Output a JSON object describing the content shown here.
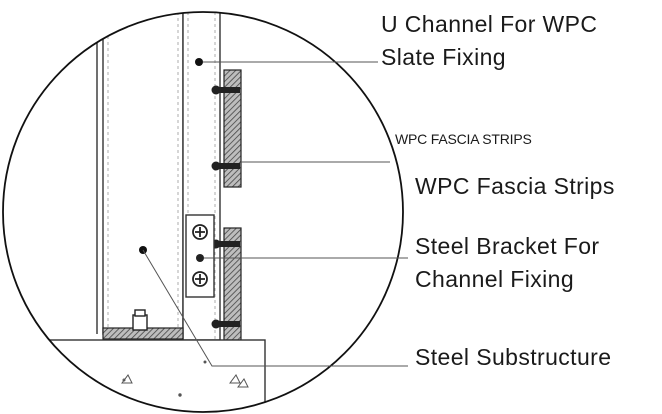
{
  "labels": {
    "u_channel_line1": "U Channel For WPC",
    "u_channel_line2": "Slate Fixing",
    "fascia_caps": "WPC FASCIA STRIPS",
    "fascia": "WPC Fascia Strips",
    "bracket_line1": "Steel Bracket For",
    "bracket_line2": "Channel Fixing",
    "substructure": "Steel Substructure"
  },
  "colors": {
    "line": "#2a2a2a",
    "leader": "#555555",
    "hatch": "#6b6b6b",
    "text": "#1a1a1a"
  }
}
